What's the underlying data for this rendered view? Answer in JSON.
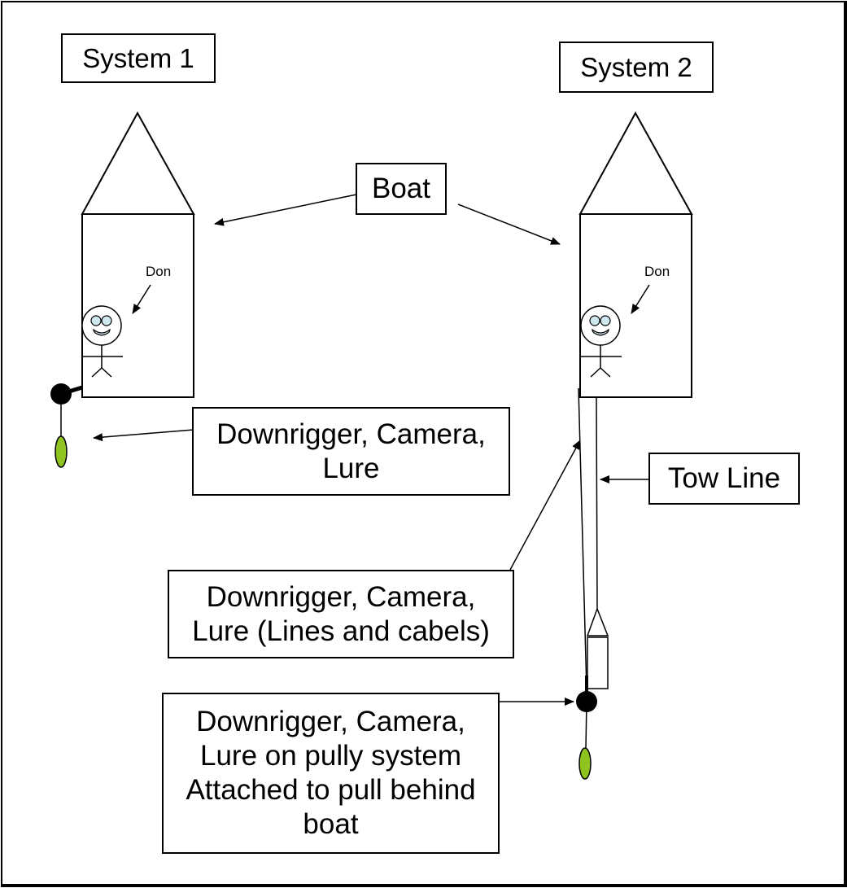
{
  "diagram": {
    "title_left": "System 1",
    "title_right": "System 2",
    "boat_label": "Boat",
    "person_label_left": "Don",
    "person_label_right": "Don",
    "system1_gear_label": "Downrigger, Camera,\nLure",
    "tow_line_label": "Tow Line",
    "system2_lines_label": "Downrigger, Camera,\nLure (Lines and cabels)",
    "system2_pulley_label": "Downrigger, Camera,\nLure on pully system\nAttached to pull behind\nboat"
  },
  "colors": {
    "stroke": "#000000",
    "lure_fill": "#8fc31f",
    "face_feature_fill": "#cde8ee",
    "background": "#ffffff"
  }
}
